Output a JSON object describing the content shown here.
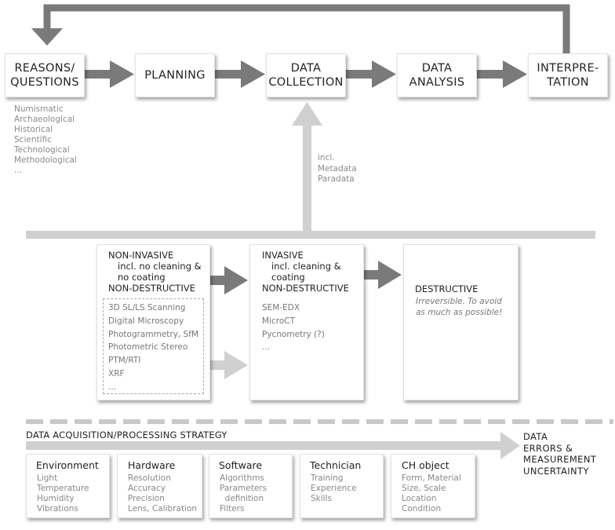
{
  "colors": {
    "dark_arrow": "#7a7a7a",
    "light_arrow": "#d0d0d0",
    "muted_text": "#8a8a8a"
  },
  "workflow": [
    {
      "id": "reasons",
      "lines": [
        "REASONS/",
        "QUESTIONS"
      ]
    },
    {
      "id": "planning",
      "lines": [
        "PLANNING"
      ]
    },
    {
      "id": "data-collection",
      "lines": [
        "DATA",
        "COLLECTION"
      ]
    },
    {
      "id": "data-analysis",
      "lines": [
        "DATA",
        "ANALYSIS"
      ]
    },
    {
      "id": "interpretation",
      "lines": [
        "INTERPRE-",
        "TATION"
      ]
    }
  ],
  "reason_types": [
    "Numismatic",
    "Archaeological",
    "Historical",
    "Scientific",
    "Technological",
    "Methodological",
    "..."
  ],
  "collection_note": [
    "incl.",
    "Metadata",
    "Paradata"
  ],
  "methods": {
    "non_invasive": {
      "title": "NON-INVASIVE",
      "note": [
        "incl. no cleaning &",
        "no coating"
      ],
      "subtitle": "NON-DESTRUCTIVE",
      "items": [
        "3D SL/LS Scanning",
        "Digital Microscopy",
        "Photogrammetry, SfM",
        "Photometric Stereo",
        "PTM/RTI",
        "XRF",
        "..."
      ]
    },
    "invasive": {
      "title": "INVASIVE",
      "note": [
        "incl. cleaning &",
        "coating"
      ],
      "subtitle": "NON-DESTRUCTIVE",
      "items": [
        "SEM-EDX",
        "MicroCT",
        "Pycnometry (?)",
        "..."
      ]
    },
    "destructive": {
      "title": "DESTRUCTIVE",
      "note": [
        "Irreversible. To avoid",
        "as much as possible!"
      ]
    }
  },
  "strategy_label": "DATA ACQUISITION/PROCESSING STRATEGY",
  "result": [
    "DATA",
    "ERRORS &",
    "MEASUREMENT",
    "UNCERTAINTY"
  ],
  "factors": [
    {
      "title": "Environment",
      "items": [
        "Light",
        "Temperature",
        "Humidity",
        "Vibrations"
      ]
    },
    {
      "title": "Hardware",
      "items": [
        "Resolution",
        "Accuracy",
        "Precision",
        "Lens, Calibration"
      ]
    },
    {
      "title": "Software",
      "items": [
        "Algorithms",
        "Parameters",
        "  definition",
        "Filters"
      ]
    },
    {
      "title": "Technician",
      "items": [
        "Training",
        "Experience",
        "Skills"
      ]
    },
    {
      "title": "CH object",
      "items": [
        "Form, Material",
        "Size, Scale",
        "Location",
        "Condition"
      ]
    }
  ]
}
